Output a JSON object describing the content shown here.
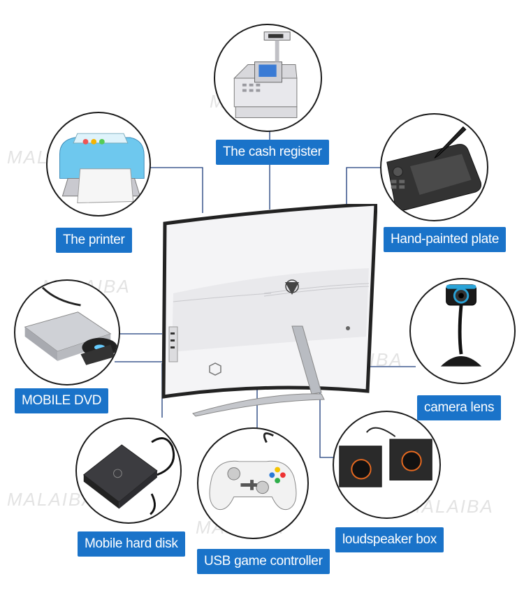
{
  "watermark": "MALAIBA",
  "peripherals": [
    {
      "id": "cash-register",
      "label": "The cash register",
      "icon": "cash-register-icon"
    },
    {
      "id": "printer",
      "label": "The printer",
      "icon": "printer-icon"
    },
    {
      "id": "drawing-tablet",
      "label": "Hand-painted plate",
      "icon": "drawing-tablet-icon"
    },
    {
      "id": "dvd-drive",
      "label": "MOBILE DVD",
      "icon": "dvd-drive-icon"
    },
    {
      "id": "webcam",
      "label": "camera lens",
      "icon": "webcam-icon"
    },
    {
      "id": "hard-disk",
      "label": "Mobile hard disk",
      "icon": "hard-disk-icon"
    },
    {
      "id": "game-controller",
      "label": "USB game controller",
      "icon": "game-controller-icon"
    },
    {
      "id": "speakers",
      "label": "loudspeaker box",
      "icon": "speakers-icon"
    }
  ],
  "colors": {
    "label_bg": "#1a73c9",
    "label_text": "#ffffff",
    "wire": "#1a3a7a"
  }
}
